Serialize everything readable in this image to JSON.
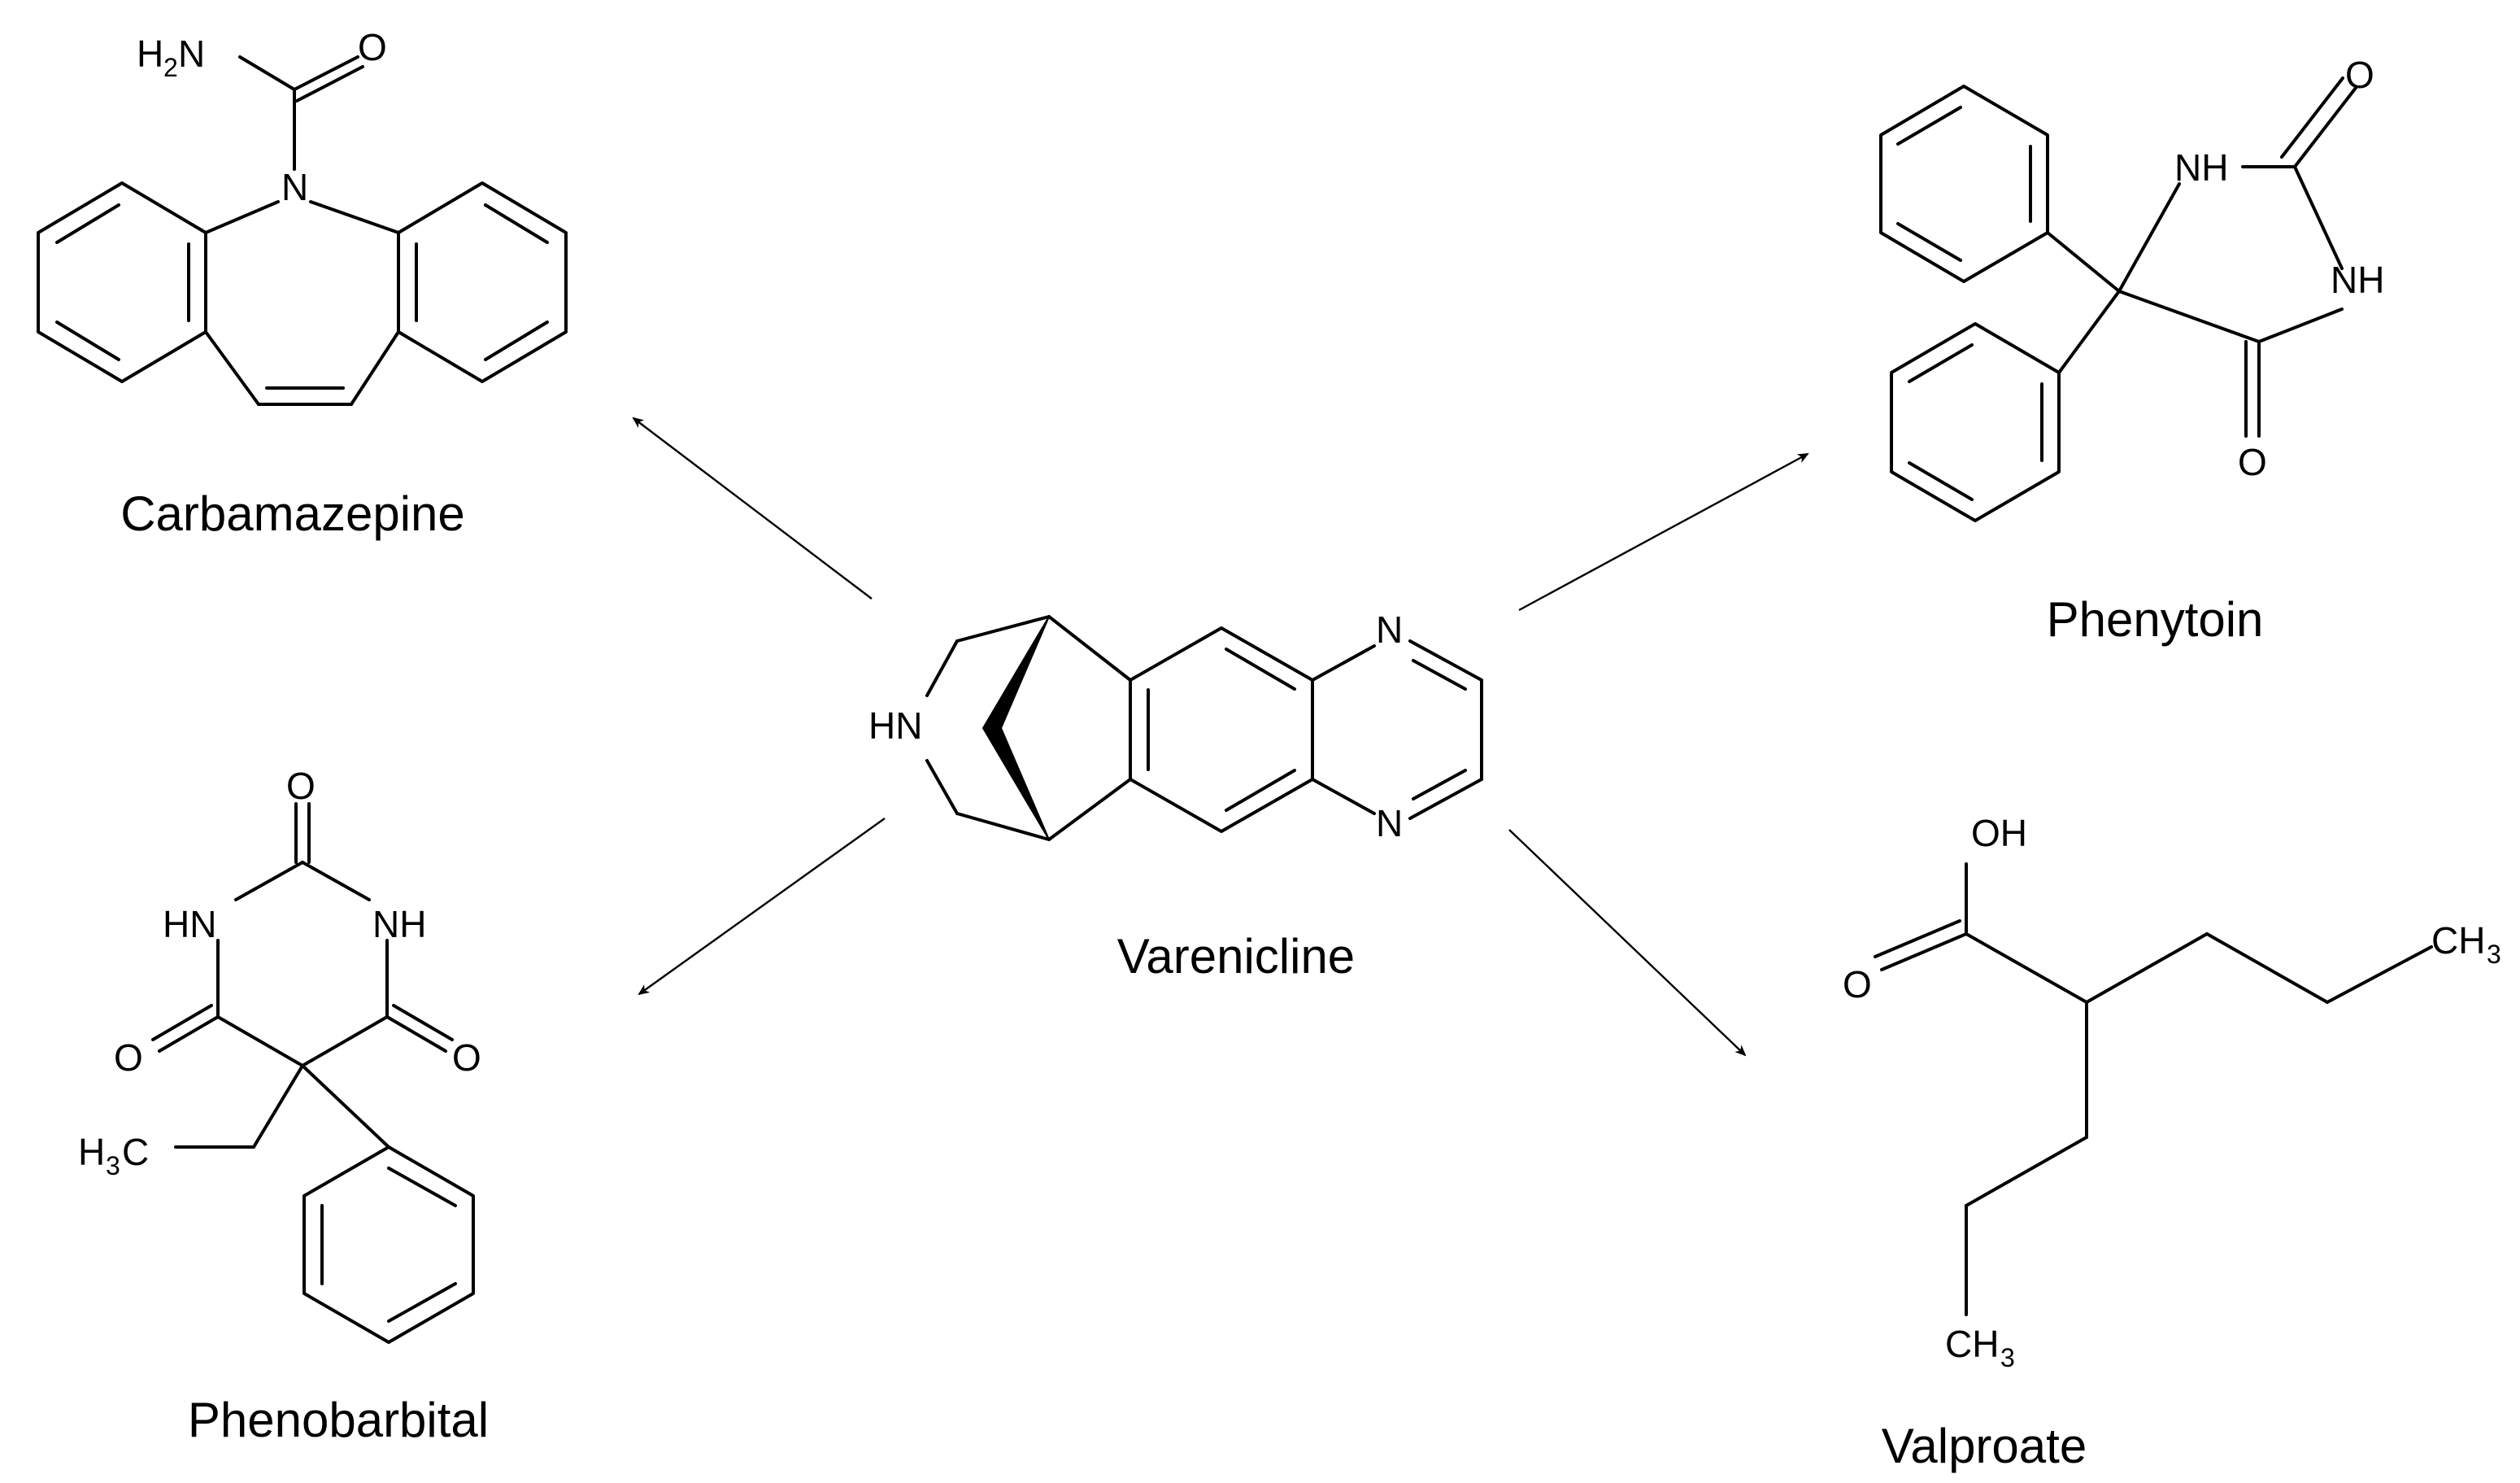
{
  "molecules": {
    "carbamazepine": {
      "name": "Carbamazepine",
      "atoms": {
        "nh2_h": "H",
        "nh2_sub": "2",
        "nh2_n": "N",
        "carbonyl_o": "O",
        "ring_n": "N"
      }
    },
    "phenytoin": {
      "name": "Phenytoin",
      "atoms": {
        "nh1": "NH",
        "nh2": "NH",
        "o1": "O",
        "o2": "O"
      }
    },
    "varenicline": {
      "name": "Varenicline",
      "atoms": {
        "hn": "HN",
        "n1": "N",
        "n2": "N"
      }
    },
    "phenobarbital": {
      "name": "Phenobarbital",
      "atoms": {
        "o_top": "O",
        "hn": "HN",
        "nh": "NH",
        "o_left": "O",
        "o_right": "O",
        "h3c_h": "H",
        "h3c_sub": "3",
        "h3c_c": "C"
      }
    },
    "valproate": {
      "name": "Valproate",
      "atoms": {
        "oh": "OH",
        "o": "O",
        "ch3_top_c": "CH",
        "ch3_top_sub": "3",
        "ch3_bot_c": "CH",
        "ch3_bot_sub": "3"
      }
    }
  },
  "colors": {
    "ink": "#000000",
    "background": "#ffffff"
  }
}
